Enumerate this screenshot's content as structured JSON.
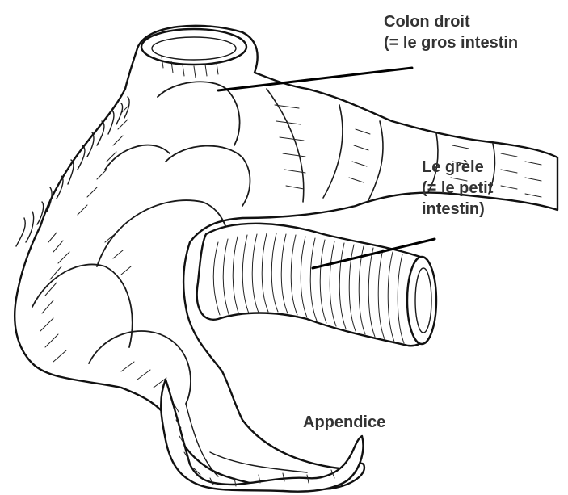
{
  "labels": {
    "colon": {
      "line1": "Colon droit",
      "line2": "(= le gros intestin"
    },
    "grele": {
      "line1": "Le grèle",
      "line2": "(= le petit",
      "line3": "intestin)"
    },
    "appendice": "Appendice"
  },
  "colors": {
    "ink": "#1a1a1a",
    "label_text": "#333333",
    "background": "#ffffff"
  }
}
